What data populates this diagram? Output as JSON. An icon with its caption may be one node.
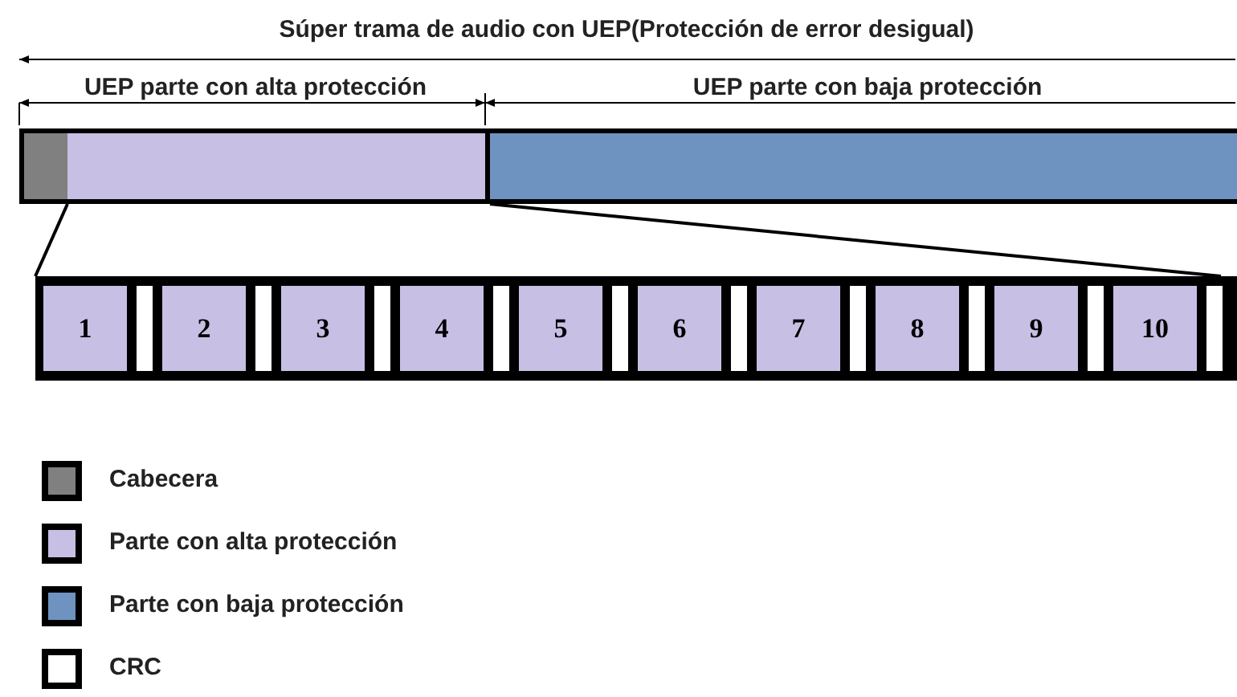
{
  "diagram": {
    "title": "Súper trama de audio con UEP(Protección de error desigual)",
    "nodes": [
      {
        "text": [],
        "shape": "box"
      },
      {
        "text": [],
        "shape": "box"
      },
      {
        "text": [],
        "shape": "box"
      },
      {
        "text": [],
        "shape": "bar"
      },
      {
        "text": [
          "1"
        ],
        "in": 3
      },
      {
        "text": [],
        "shape": "box",
        "in": 3
      },
      {
        "text": [
          "2"
        ],
        "in": 3
      },
      {
        "text": [],
        "shape": "box",
        "in": 3
      },
      {
        "text": [
          "3"
        ],
        "in": 3
      },
      {
        "text": [],
        "shape": "box",
        "in": 3
      },
      {
        "text": [
          "4"
        ],
        "in": 3
      },
      {
        "text": [],
        "shape": "box",
        "in": 3
      },
      {
        "text": [
          "5"
        ],
        "in": 3
      },
      {
        "text": [],
        "shape": "box",
        "in": 3
      },
      {
        "text": [
          "6"
        ],
        "in": 3
      },
      {
        "text": [],
        "shape": "box",
        "in": 3
      },
      {
        "text": [
          "7"
        ],
        "in": 3
      },
      {
        "text": [],
        "shape": "box",
        "in": 3
      },
      {
        "text": [
          "8"
        ],
        "in": 3
      },
      {
        "text": [],
        "shape": "box",
        "in": 3
      },
      {
        "text": [
          "9"
        ],
        "in": 3
      },
      {
        "text": [],
        "shape": "box",
        "in": 3
      },
      {
        "text": [
          "10"
        ],
        "in": 3
      },
      {
        "text": [],
        "shape": "box",
        "in": 3
      }
    ],
    "edges": [
      {
        "from": 1,
        "to": 3,
        "arrow": "none"
      },
      {
        "from": 1,
        "to": 3,
        "arrow": "none"
      }
    ],
    "labels": [
      "UEP parte con alta protección",
      "UEP parte con baja protección"
    ],
    "legend": [
      {
        "text": "Cabecera",
        "color": "#808080"
      },
      {
        "text": "Parte con alta protección",
        "color": "#c8bfe4"
      },
      {
        "text": "Parte con baja protección",
        "color": "#6f93c0"
      },
      {
        "text": "CRC",
        "color": "#ffffff"
      }
    ]
  }
}
